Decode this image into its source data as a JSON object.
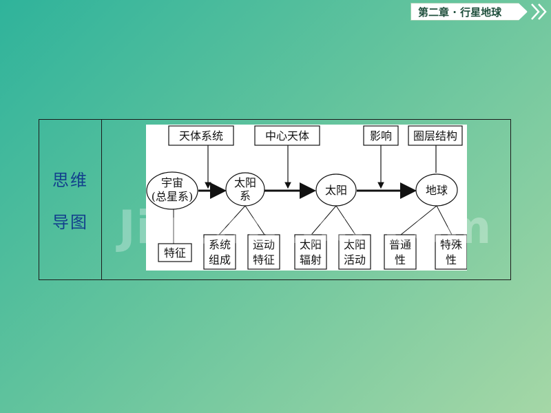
{
  "header": {
    "chapter_tab": "第二章 · 行星地球"
  },
  "section": {
    "label_line1": "思维",
    "label_line2": "导图"
  },
  "mindmap": {
    "top_boxes": {
      "tianti": "天体系统",
      "zhongxin": "中心天体",
      "yingxiang": "影响",
      "quanceng": "圈层结构"
    },
    "nodes": {
      "yuzhou_1": "宇宙",
      "yuzhou_2": "(总星系)",
      "taiyangxi_1": "太阳",
      "taiyangxi_2": "系",
      "taiyang": "太阳",
      "diqiu": "地球"
    },
    "bottom_boxes": {
      "tezheng": "特征",
      "xitong_1": "系统",
      "xitong_2": "组成",
      "yundong_1": "运动",
      "yundong_2": "特征",
      "fushe_1": "太阳",
      "fushe_2": "辐射",
      "huodong_1": "太阳",
      "huodong_2": "活动",
      "putong_1": "普通",
      "putong_2": "性",
      "teshu_1": "特殊",
      "teshu_2": "性"
    }
  },
  "watermark": "Jinchutou.com"
}
